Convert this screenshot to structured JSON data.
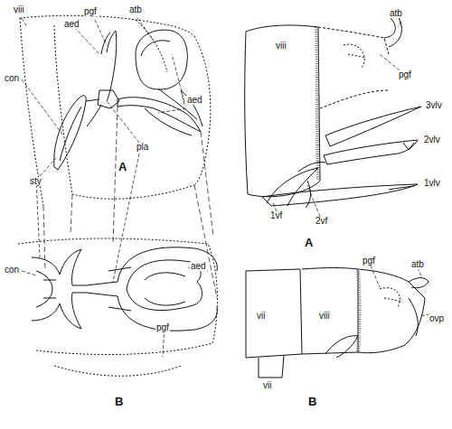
{
  "diagram": {
    "labels": [
      "viii",
      "pgf",
      "aed",
      "atb",
      "con",
      "sty",
      "pla",
      "aed",
      "A",
      "con",
      "aed",
      "pgf",
      "B",
      "atb",
      "viii",
      "pgf",
      "3vlv",
      "2vlv",
      "1vlv",
      "1vf",
      "2vf",
      "A",
      "pgf",
      "atb",
      "vii",
      "viii",
      "ovp",
      "vii",
      "B"
    ]
  }
}
